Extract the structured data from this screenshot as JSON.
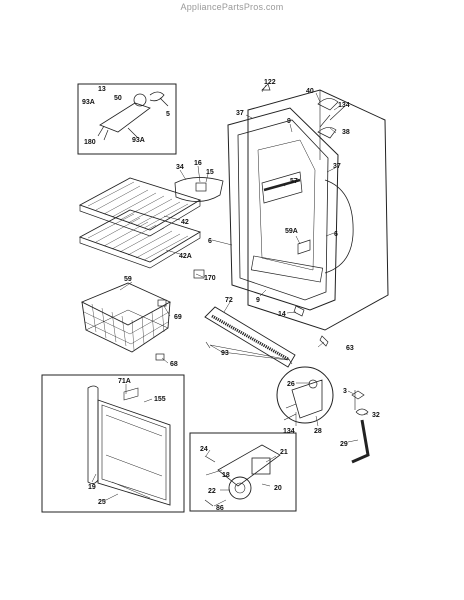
{
  "watermark": "AppliancePartsPros.com",
  "labels": {
    "p122": "122",
    "p37a": "37",
    "p9a": "9",
    "p40": "40",
    "p134a": "134",
    "p38": "38",
    "p37b": "37",
    "p57": "57",
    "p34": "34",
    "p16": "16",
    "p15": "15",
    "p13": "13",
    "p50": "50",
    "p5": "5",
    "p93a_top": "93A",
    "p93a_bot": "93A",
    "p180": "180",
    "p42": "42",
    "p42a": "42A",
    "p6a": "6",
    "p59a": "59A",
    "p6b": "6",
    "p170": "170",
    "p9b": "9",
    "p72": "72",
    "p14": "14",
    "p63": "63",
    "p59": "59",
    "p69": "69",
    "p93": "93",
    "p68": "68",
    "p26": "26",
    "p3": "3",
    "p32": "32",
    "p134b": "134",
    "p28": "28",
    "p29": "29",
    "p71a": "71A",
    "p155": "155",
    "p19": "19",
    "p25": "25",
    "p24": "24",
    "p21": "21",
    "p18": "18",
    "p22": "22",
    "p20": "20",
    "p86": "86"
  }
}
